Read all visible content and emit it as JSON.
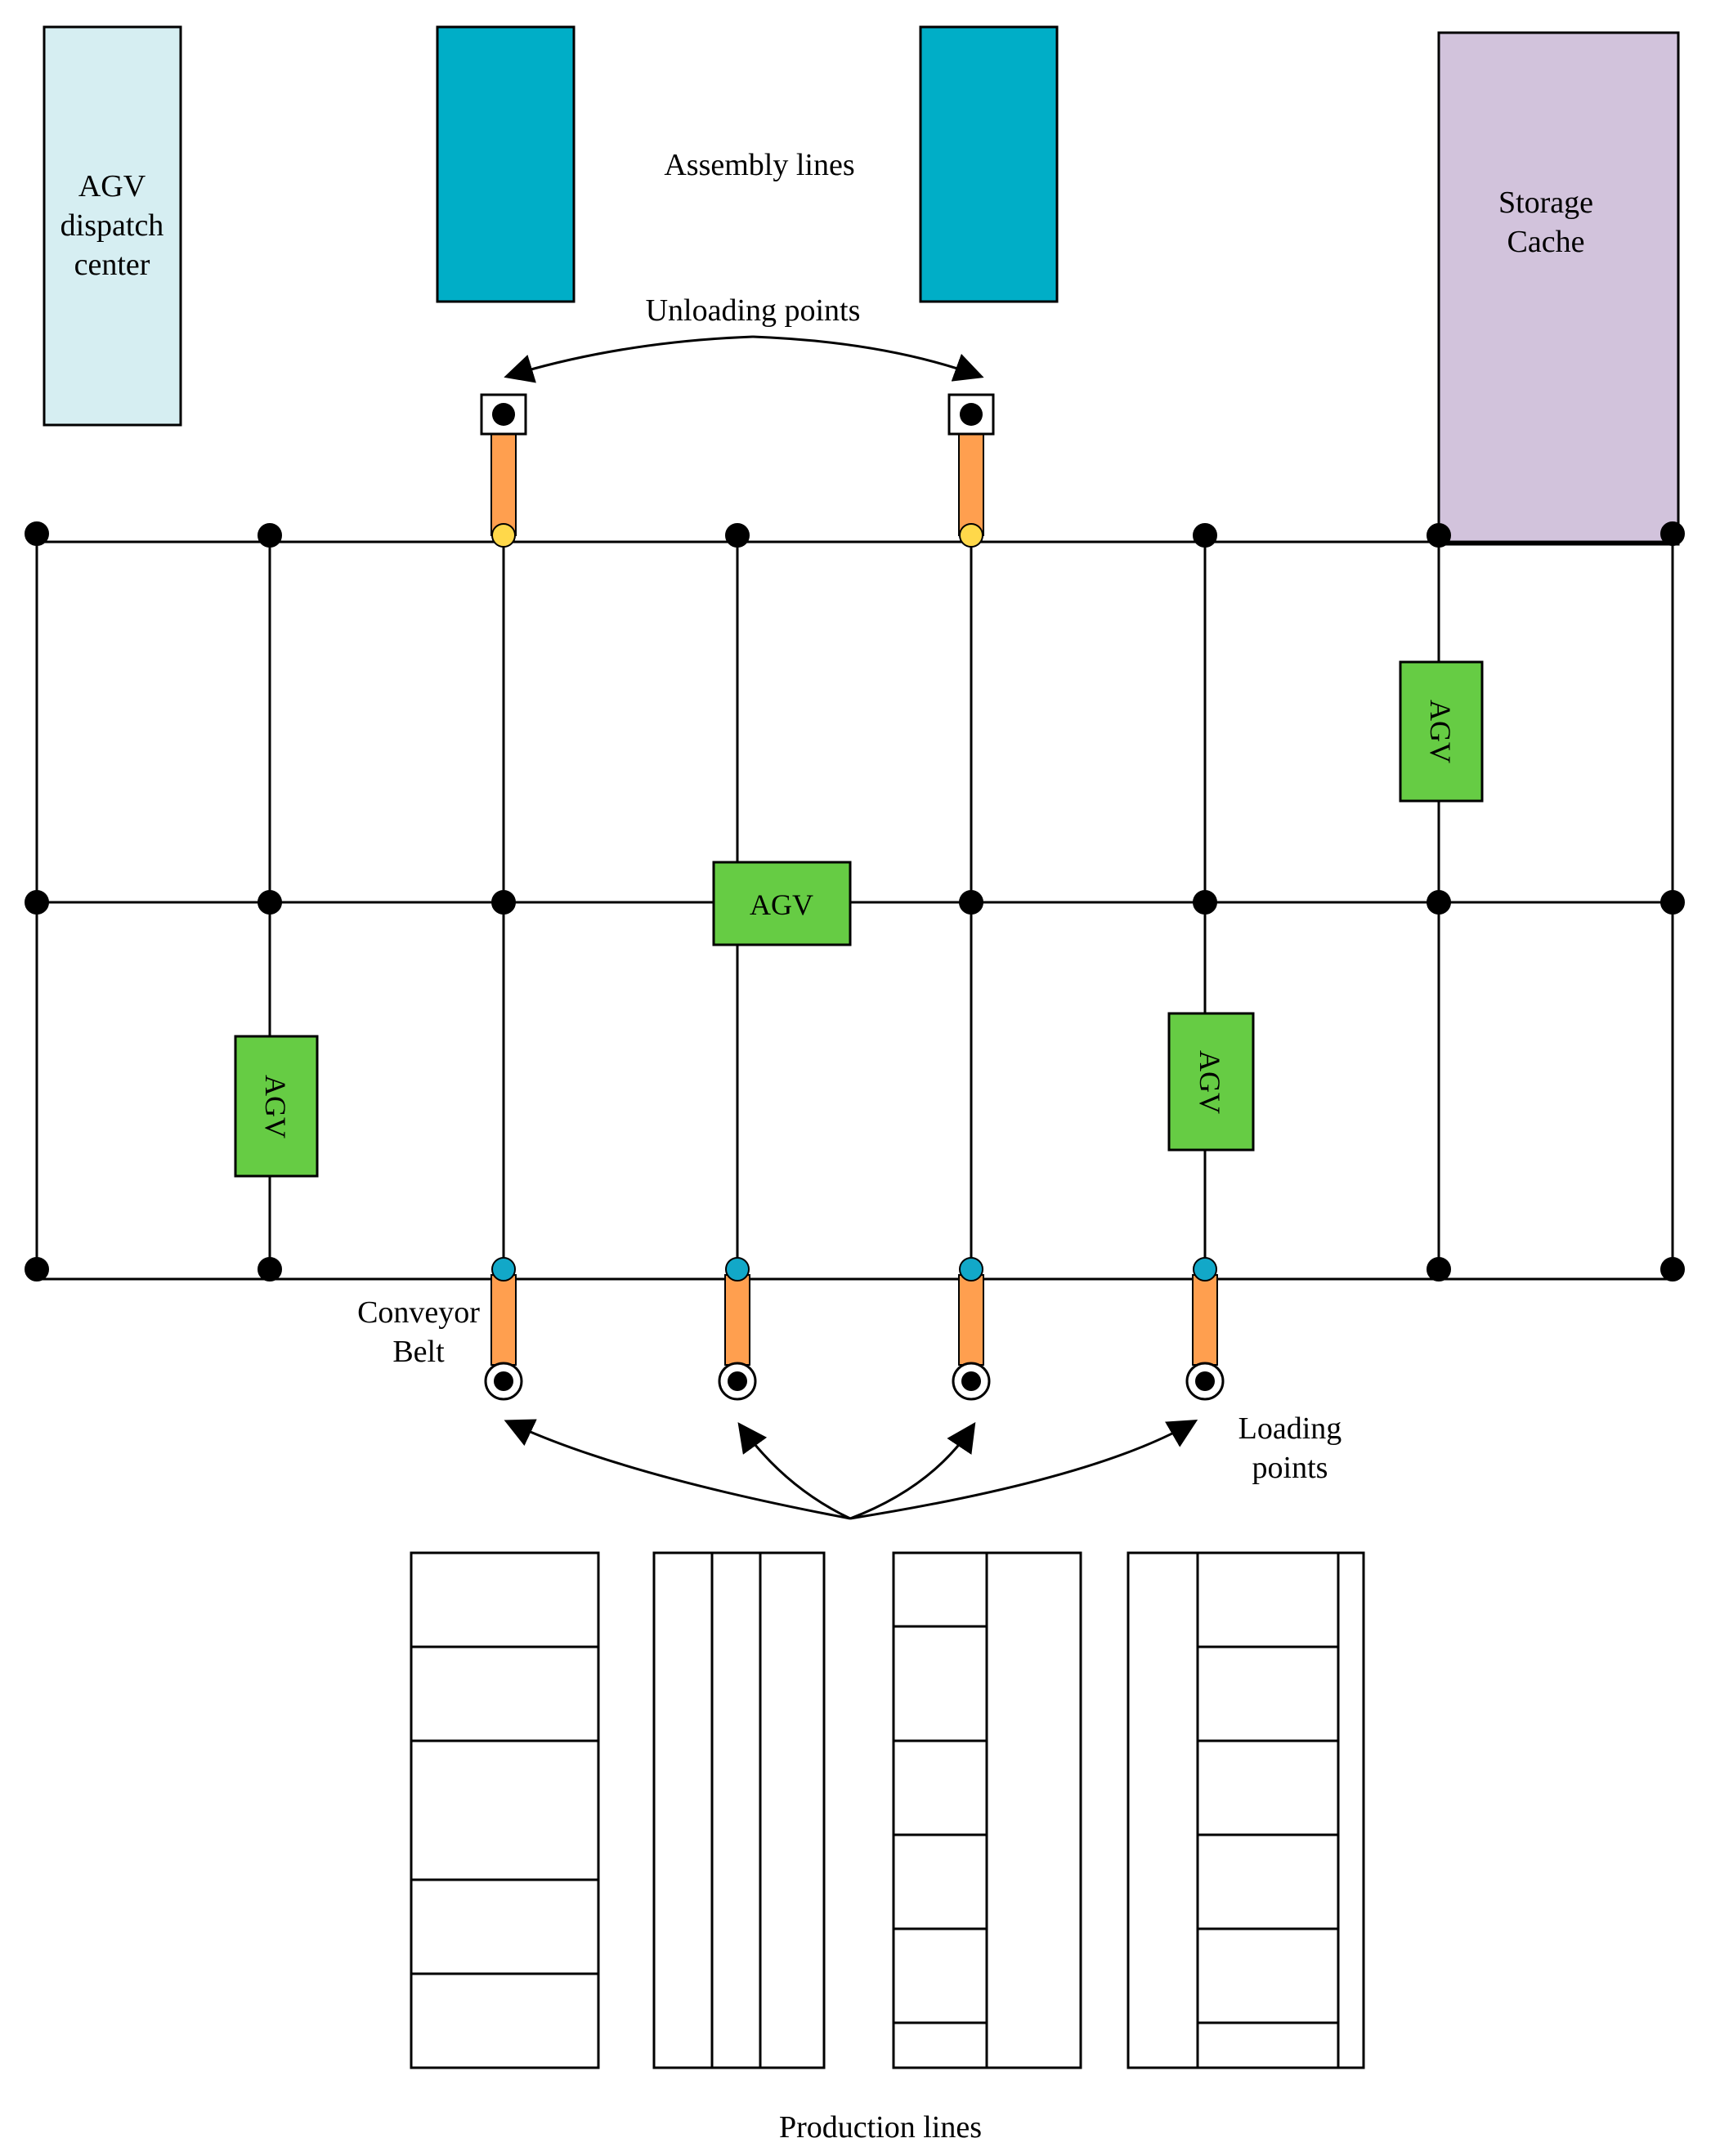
{
  "title": "",
  "labels": {
    "dispatch_center": [
      "AGV",
      "dispatch",
      "center"
    ],
    "assembly_lines": "Assembly lines",
    "storage_cache": [
      "Storage",
      "Cache"
    ],
    "unloading_points": "Unloading points",
    "conveyor_belt": [
      "Conveyor",
      "Belt"
    ],
    "loading_points": [
      "Loading",
      "points"
    ],
    "production_lines": "Production lines",
    "agv": "AGV"
  },
  "colors": {
    "dispatch_center": "#d6eef2",
    "assembly_line": "#00aec7",
    "storage_cache": "#d2c3dc",
    "agv": "#66cc44",
    "conveyor_belt": "#ff9f4f",
    "unloading_node": "#ffd84a",
    "loading_node": "#12a8c8",
    "node": "#000000"
  }
}
